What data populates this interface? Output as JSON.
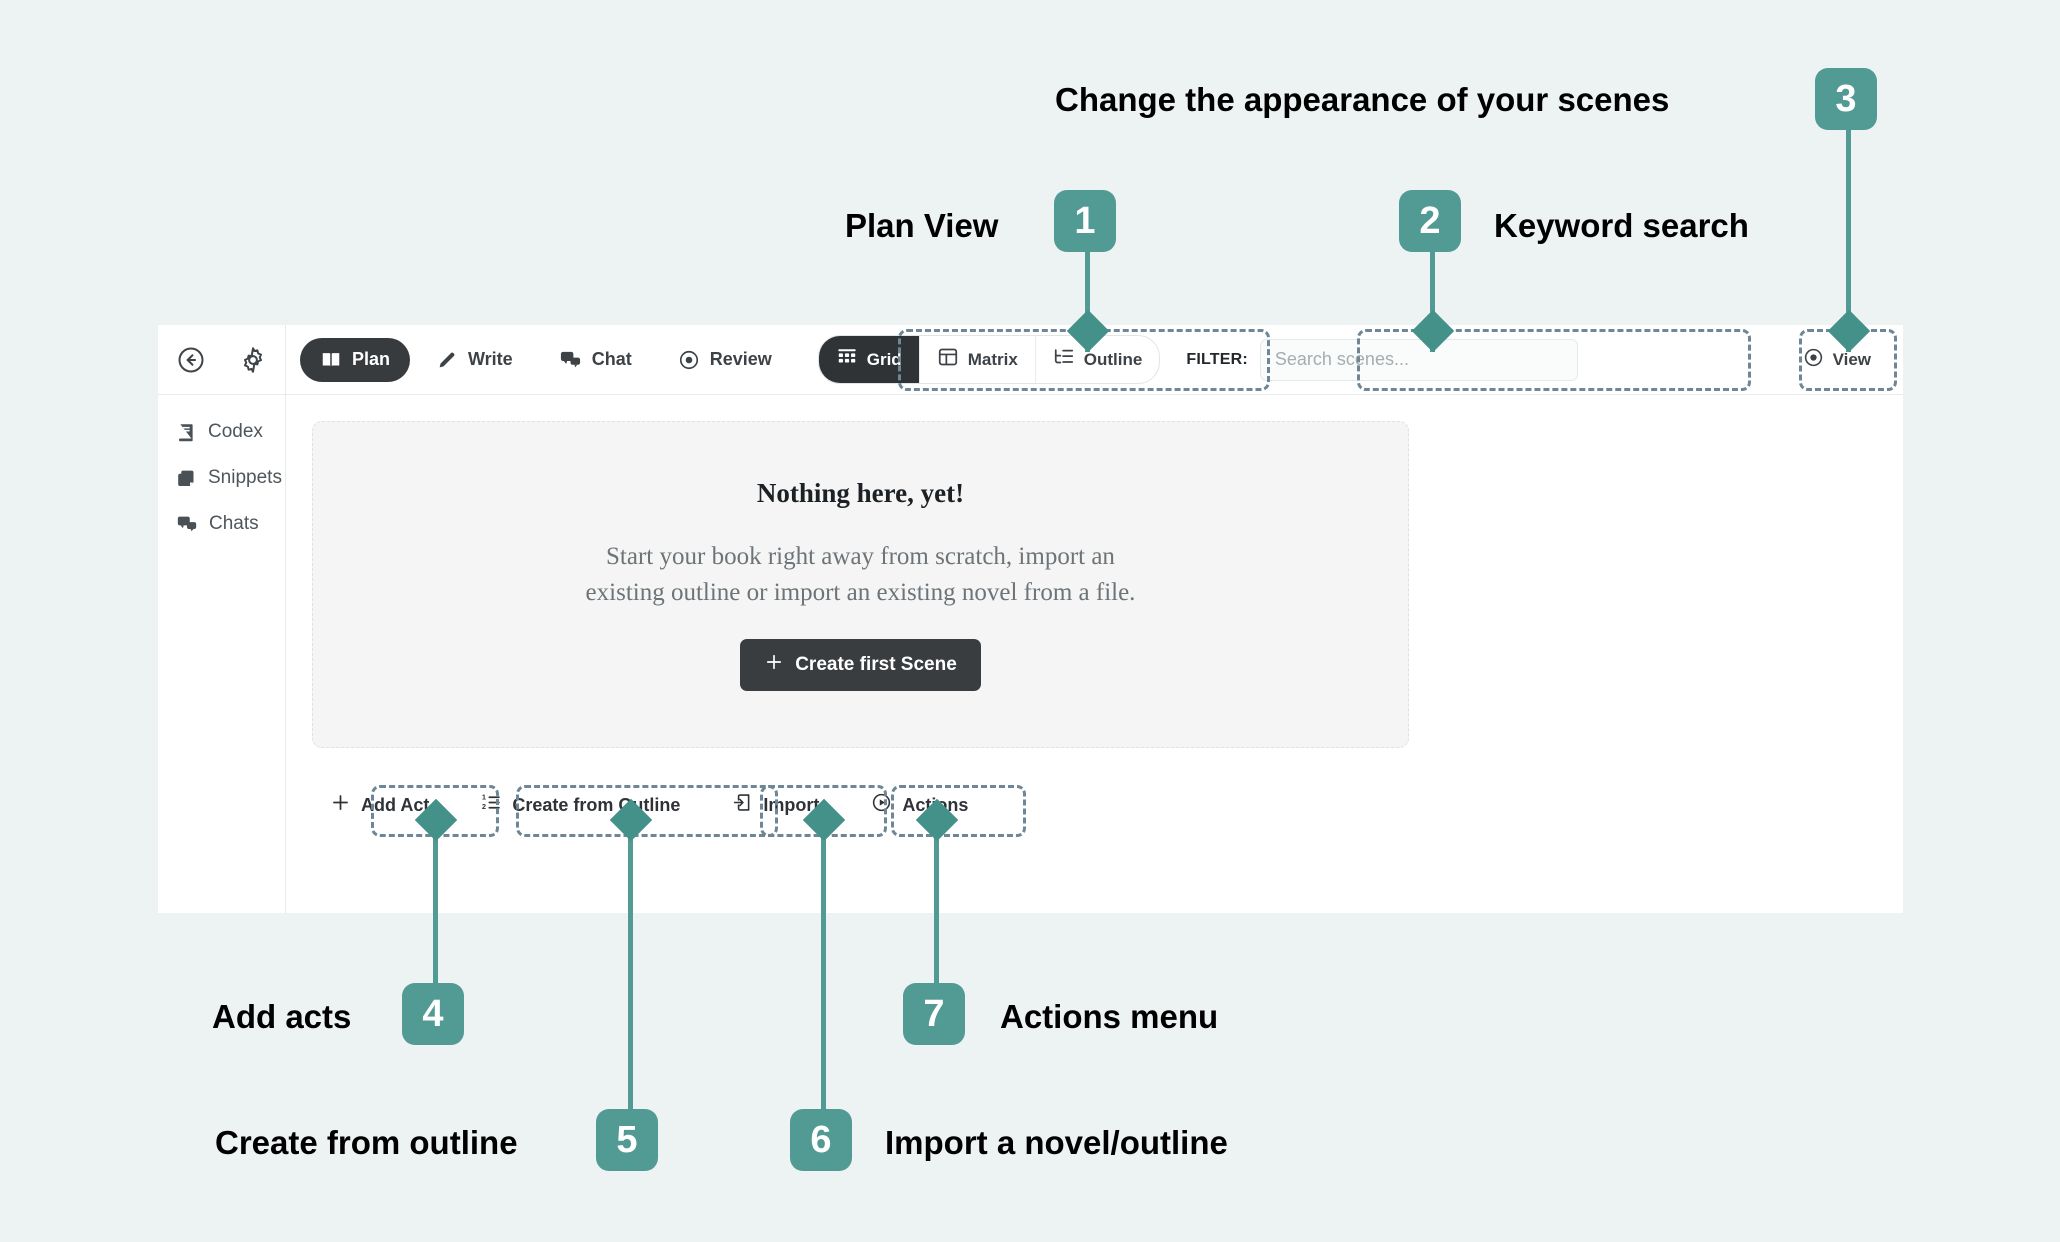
{
  "app": {
    "window_controls": [
      {
        "name": "back-icon",
        "label": "Back"
      },
      {
        "name": "settings-icon",
        "label": "Settings"
      }
    ],
    "main_nav": [
      {
        "label": "Plan",
        "icon": "book-icon",
        "active": true
      },
      {
        "label": "Write",
        "icon": "pencil-icon",
        "active": false
      },
      {
        "label": "Chat",
        "icon": "chat-icon",
        "active": false
      },
      {
        "label": "Review",
        "icon": "eye-icon",
        "active": false
      }
    ],
    "view_modes": [
      {
        "label": "Grid",
        "icon": "grid-icon",
        "active": true
      },
      {
        "label": "Matrix",
        "icon": "matrix-icon",
        "active": false
      },
      {
        "label": "Outline",
        "icon": "outline-icon",
        "active": false
      }
    ],
    "filter": {
      "label": "FILTER:",
      "search_value": "",
      "search_placeholder": "Search scenes..."
    },
    "view_button": {
      "label": "View",
      "icon": "eye-icon"
    },
    "sidebar": [
      {
        "label": "Codex",
        "icon": "book-closed-icon"
      },
      {
        "label": "Snippets",
        "icon": "copy-icon"
      },
      {
        "label": "Chats",
        "icon": "chat-bubbles-icon"
      }
    ],
    "empty_state": {
      "title": "Nothing here, yet!",
      "description_line1": "Start your book right away from scratch, import an",
      "description_line2": "existing outline or import an existing novel from a file.",
      "cta_label": "Create first Scene",
      "cta_icon": "plus-icon"
    },
    "actions": [
      {
        "label": "Add Act",
        "icon": "plus-icon"
      },
      {
        "label": "Create from Outline",
        "icon": "ordered-list-icon"
      },
      {
        "label": "Import",
        "icon": "import-icon"
      },
      {
        "label": "Actions",
        "icon": "play-circle-icon"
      }
    ]
  },
  "annotations": [
    {
      "number": "1",
      "label": "Plan View"
    },
    {
      "number": "2",
      "label": "Keyword search"
    },
    {
      "number": "3",
      "label": "Change  the appearance of your scenes"
    },
    {
      "number": "4",
      "label": "Add acts"
    },
    {
      "number": "5",
      "label": "Create from outline"
    },
    {
      "number": "6",
      "label": "Import a novel/outline"
    },
    {
      "number": "7",
      "label": "Actions menu"
    }
  ],
  "colors": {
    "accent": "#529a94",
    "leader": "#44918a",
    "highlight_border": "#6e8695",
    "page_background": "#edf3f3",
    "dark_pill": "#383b3e"
  }
}
